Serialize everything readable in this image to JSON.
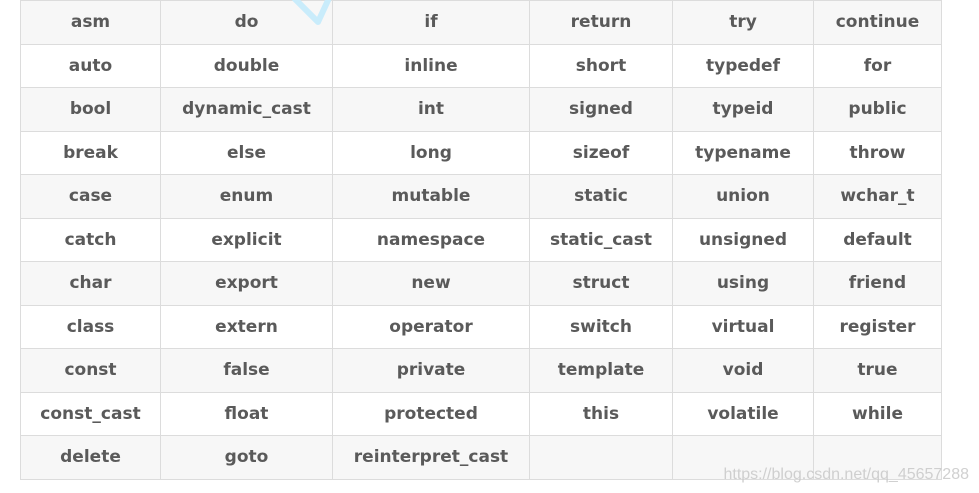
{
  "table": {
    "rows": [
      [
        "asm",
        "do",
        "if",
        "return",
        "try",
        "continue"
      ],
      [
        "auto",
        "double",
        "inline",
        "short",
        "typedef",
        "for"
      ],
      [
        "bool",
        "dynamic_cast",
        "int",
        "signed",
        "typeid",
        "public"
      ],
      [
        "break",
        "else",
        "long",
        "sizeof",
        "typename",
        "throw"
      ],
      [
        "case",
        "enum",
        "mutable",
        "static",
        "union",
        "wchar_t"
      ],
      [
        "catch",
        "explicit",
        "namespace",
        "static_cast",
        "unsigned",
        "default"
      ],
      [
        "char",
        "export",
        "new",
        "struct",
        "using",
        "friend"
      ],
      [
        "class",
        "extern",
        "operator",
        "switch",
        "virtual",
        "register"
      ],
      [
        "const",
        "false",
        "private",
        "template",
        "void",
        "true"
      ],
      [
        "const_cast",
        "float",
        "protected",
        "this",
        "volatile",
        "while"
      ],
      [
        "delete",
        "goto",
        "reinterpret_cast",
        "",
        "",
        ""
      ]
    ]
  },
  "watermark": "https://blog.csdn.net/qq_45657288",
  "colors": {
    "text": "#5a5a5a",
    "border": "#dcdcdc",
    "row_stripe": "#f7f7f7",
    "arrow": "#c9ecfb"
  }
}
